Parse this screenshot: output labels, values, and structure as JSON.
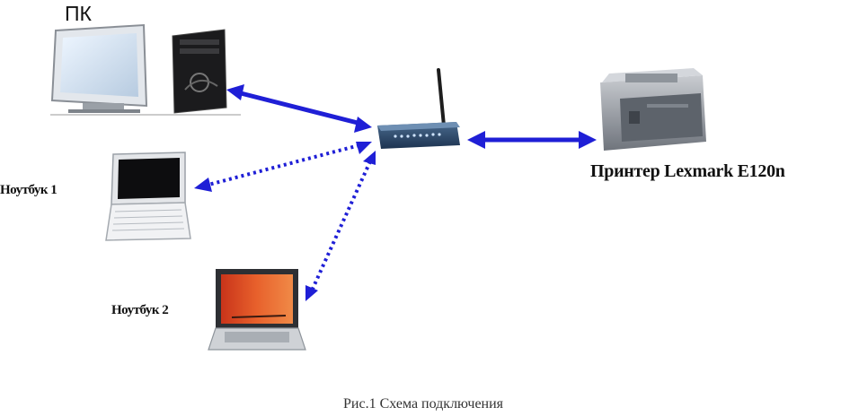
{
  "labels": {
    "pc": "ПК",
    "laptop1": "Ноутбук 1",
    "laptop2": "Ноутбук 2",
    "printer": "Принтер Lexmark E120n",
    "caption": "Рис.1 Схема подключения"
  },
  "colors": {
    "link": "#1f1fd6",
    "router_body": "#2b4766"
  },
  "devices": [
    "monitor-icon",
    "pc-tower-icon",
    "router-icon",
    "printer-icon",
    "netbook-icon",
    "laptop-icon"
  ],
  "links": [
    {
      "from": "pc",
      "to": "router",
      "style": "solid"
    },
    {
      "from": "router",
      "to": "printer",
      "style": "solid"
    },
    {
      "from": "router",
      "to": "laptop1",
      "style": "dotted"
    },
    {
      "from": "router",
      "to": "laptop2",
      "style": "dotted"
    }
  ]
}
